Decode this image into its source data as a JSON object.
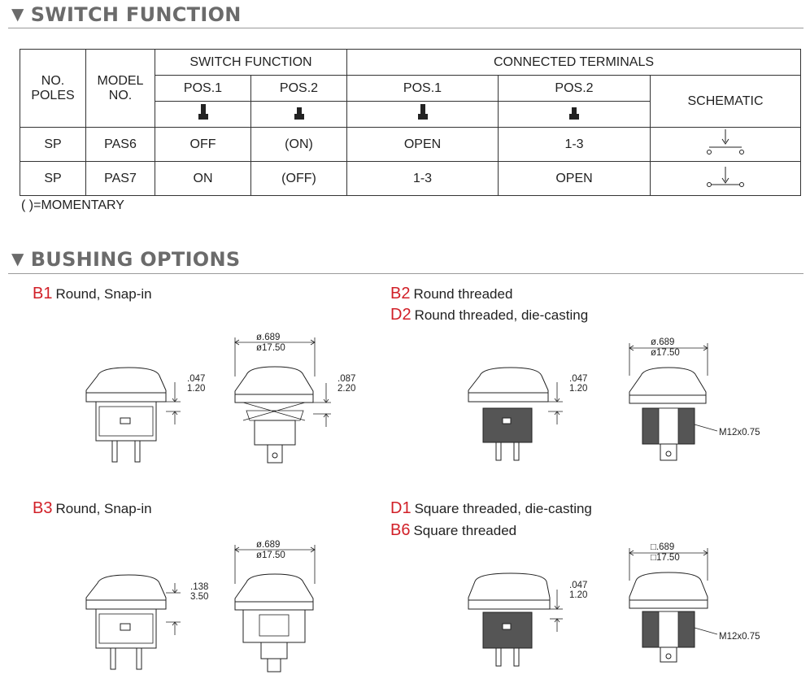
{
  "sections": {
    "switch_function": "SWITCH FUNCTION",
    "bushing_options": "BUSHING OPTIONS"
  },
  "table": {
    "headers": {
      "no_poles": [
        "NO.",
        "POLES"
      ],
      "model_no": [
        "MODEL",
        "NO."
      ],
      "switch_function": "SWITCH FUNCTION",
      "connected_terminals": "CONNECTED TERMINALS",
      "pos1": "POS.1",
      "pos2": "POS.2",
      "schematic": "SCHEMATIC"
    },
    "rows": [
      {
        "poles": "SP",
        "model": "PAS6",
        "sf_pos1": "OFF",
        "sf_pos2": "(ON)",
        "ct_pos1": "OPEN",
        "ct_pos2": "1-3"
      },
      {
        "poles": "SP",
        "model": "PAS7",
        "sf_pos1": "ON",
        "sf_pos2": "(OFF)",
        "ct_pos1": "1-3",
        "ct_pos2": "OPEN"
      }
    ]
  },
  "note": "(  )=MOMENTARY",
  "bushings": [
    {
      "code": "B1",
      "desc": "Round, Snap-in"
    },
    {
      "code": "B2",
      "desc": "Round threaded"
    },
    {
      "code": "D2",
      "desc": "Round threaded, die-casting"
    },
    {
      "code": "B3",
      "desc": "Round, Snap-in"
    },
    {
      "code": "D1",
      "desc": "Square threaded, die-casting"
    },
    {
      "code": "B6",
      "desc": "Square threaded"
    }
  ],
  "dims": {
    "b1_side": [
      ".047",
      "1.20"
    ],
    "b1_width": [
      "ø.689",
      "ø17.50"
    ],
    "b1_bush": [
      ".087",
      "2.20"
    ],
    "b2_side": [
      ".047",
      "1.20"
    ],
    "b2_width": [
      "ø.689",
      "ø17.50"
    ],
    "b2_thread": "M12x0.75",
    "b3_side": [
      ".138",
      "3.50"
    ],
    "b3_width": [
      "ø.689",
      "ø17.50"
    ],
    "d1_side": [
      ".047",
      "1.20"
    ],
    "d1_width": [
      "□.689",
      "□17.50"
    ],
    "d1_thread": "M12x0.75"
  }
}
